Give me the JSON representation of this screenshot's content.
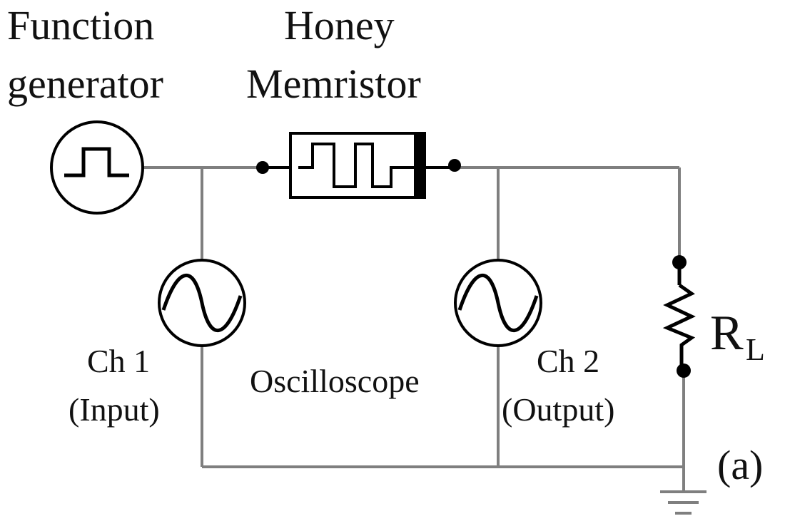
{
  "labels": {
    "function_generator_line1": "Function",
    "function_generator_line2": "generator",
    "memristor_line1": "Honey",
    "memristor_line2": "Memristor",
    "ch1_line1": "Ch 1",
    "ch1_line2": "(Input)",
    "ch2_line1": "Ch 2",
    "ch2_line2": "(Output)",
    "oscilloscope": "Oscilloscope",
    "load_resistor_main": "R",
    "load_resistor_sub": "L",
    "panel": "(a)"
  },
  "colors": {
    "wire": "#7f7f7f",
    "symbol": "#000000",
    "text": "#111111"
  }
}
